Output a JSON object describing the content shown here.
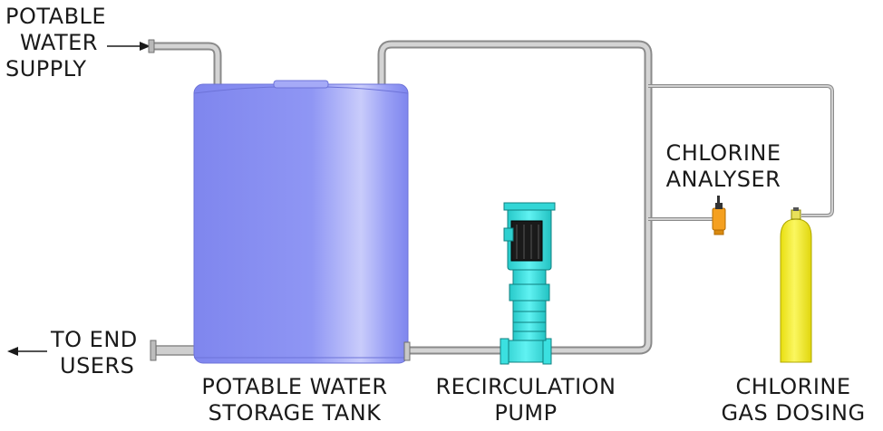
{
  "labels": {
    "supply": [
      "POTABLE",
      "WATER",
      "SUPPLY"
    ],
    "end_users": [
      "TO END",
      "USERS"
    ],
    "tank": [
      "POTABLE WATER",
      "STORAGE TANK"
    ],
    "pump": [
      "RECIRCULATION",
      "PUMP"
    ],
    "analyser": [
      "CHLORINE",
      "ANALYSER"
    ],
    "dosing": [
      "CHLORINE",
      "GAS DOSING"
    ]
  },
  "colors": {
    "pipe": "#b8b8b8",
    "tank": "#8f95f2",
    "pump": "#3fe6e6",
    "motor": "#1a1a1a",
    "analyser": "#f5a020",
    "cylinder": "#f7f020"
  }
}
